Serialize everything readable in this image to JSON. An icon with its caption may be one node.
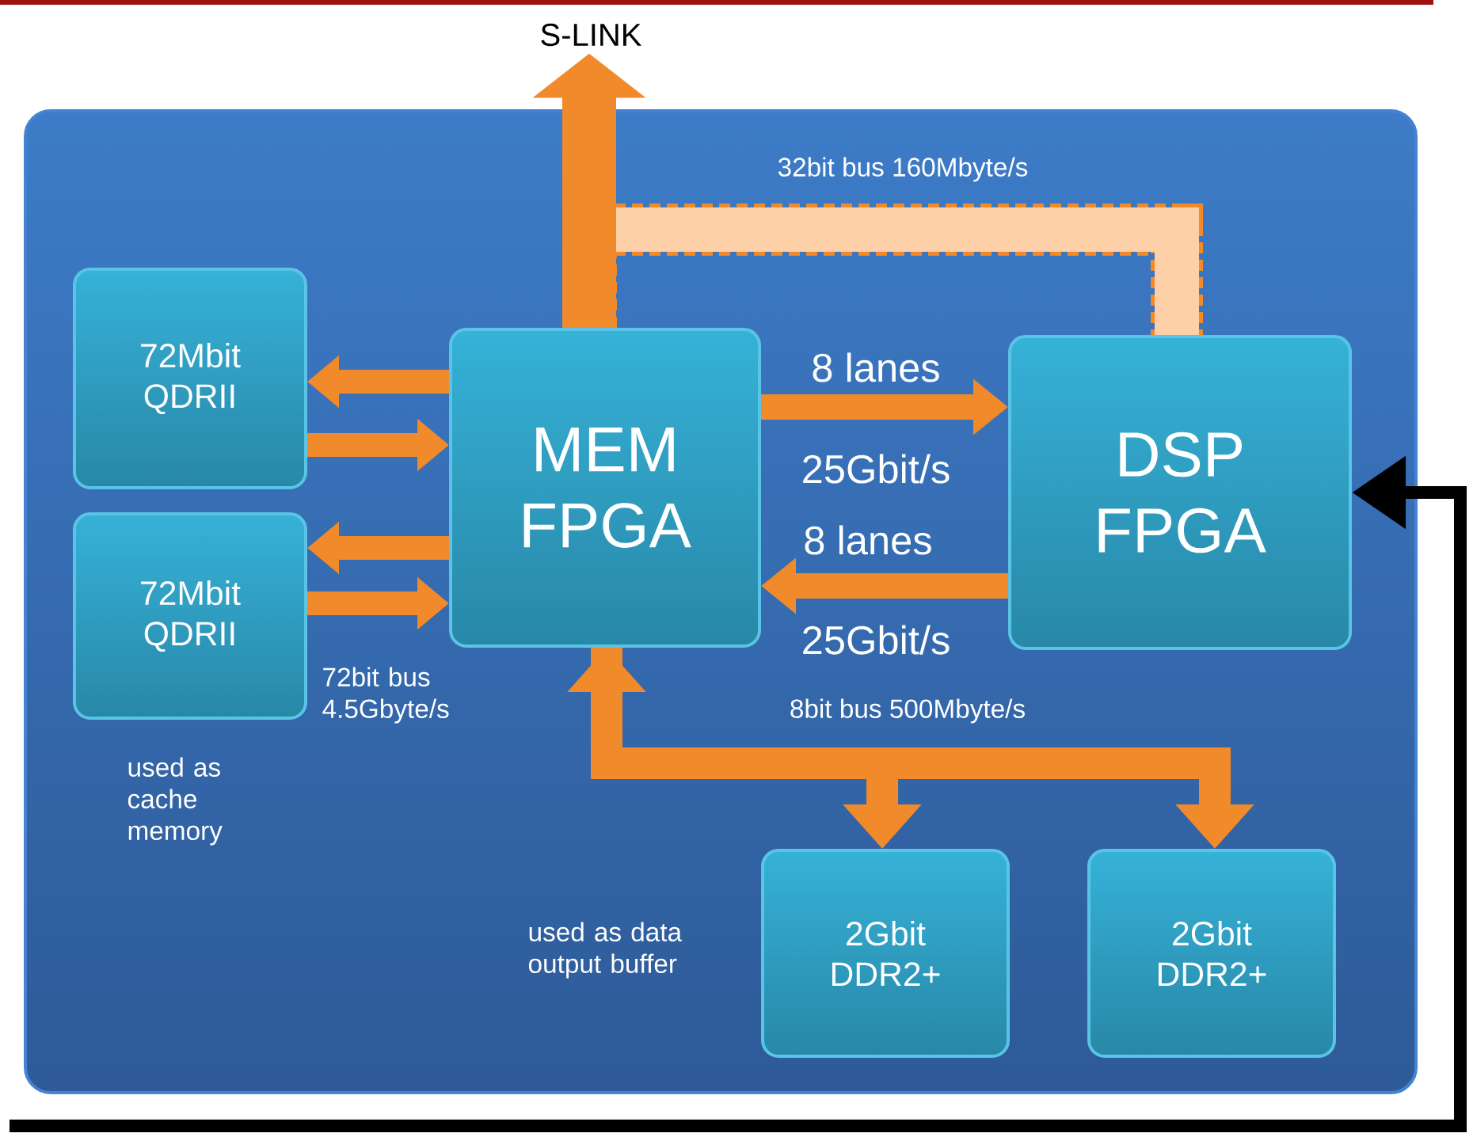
{
  "diagram": {
    "nodes": [
      {
        "text": [],
        "shape": "box"
      },
      {
        "text": [
          "72Mbit QDRII"
        ],
        "in": 0
      },
      {
        "text": [
          "72Mbit QDRII"
        ],
        "in": 0
      },
      {
        "text": [
          "MEM FPGA"
        ],
        "in": 0
      },
      {
        "text": [
          "DSP FPGA"
        ],
        "in": 0
      },
      {
        "text": [
          "2Gbit DDR2+"
        ],
        "in": 0
      },
      {
        "text": [
          "2Gbit DDR2+"
        ],
        "in": 0
      },
      {
        "text": [
          "S-LINK"
        ]
      }
    ],
    "edges": [
      {
        "from": 3,
        "to": 7,
        "arrow": "to",
        "style": "thick"
      },
      {
        "from": 3,
        "to": 1,
        "arrow": "to"
      },
      {
        "from": 1,
        "to": 3,
        "arrow": "to"
      },
      {
        "from": 3,
        "to": 2,
        "arrow": "to"
      },
      {
        "from": 2,
        "to": 3,
        "arrow": "to"
      },
      {
        "from": 3,
        "to": 4,
        "arrow": "to"
      },
      {
        "from": 4,
        "to": 3,
        "arrow": "to"
      },
      {
        "from": 3,
        "to": 4,
        "arrow": "none",
        "style": "dashed",
        "label": "32bit bus 160Mbyte/s"
      },
      {
        "from": 3,
        "to": 5,
        "arrow": "both"
      },
      {
        "from": 3,
        "to": 6,
        "arrow": "to"
      },
      {
        "from": null,
        "to": 4,
        "arrow": "to",
        "color": "#000000"
      }
    ],
    "labels": [
      "8 lanes",
      "25Gbit/s",
      "8 lanes",
      "25Gbit/s",
      "72bit bus 4.5Gbyte/s",
      "8bit bus 500Mbyte/s",
      "used as cache memory",
      "used as data output buffer"
    ]
  }
}
